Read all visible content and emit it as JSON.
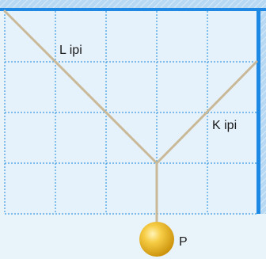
{
  "labels": {
    "rope_left": "L ipi",
    "rope_right": "K ipi",
    "ball": "P"
  },
  "colors": {
    "background": "#e9f3fa",
    "ceiling_wall": "#1e88e5",
    "grid_line": "#3f9be0",
    "rope": "#c9b999",
    "ball": "#f2bf32",
    "label_text": "#1a1a1a"
  }
}
